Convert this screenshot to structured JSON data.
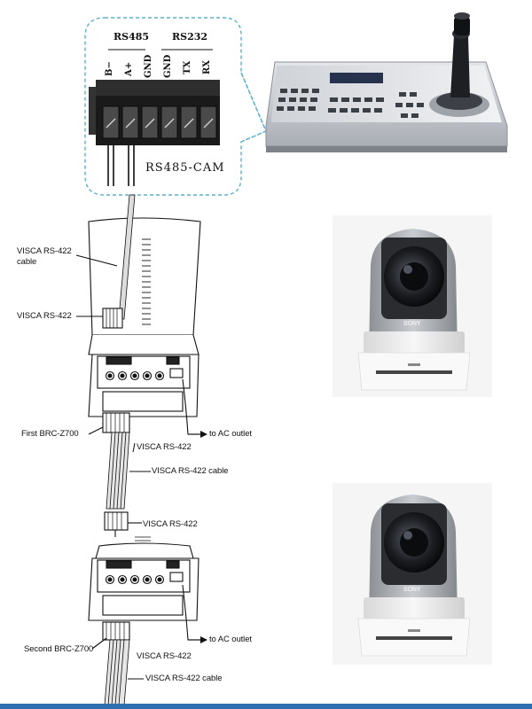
{
  "connector": {
    "group_rs485": "RS485",
    "group_rs232": "RS232",
    "pins": [
      "B−",
      "A+",
      "GND",
      "GND",
      "TX",
      "RX"
    ],
    "caption": "RS485-CAM"
  },
  "labels": {
    "cable_top": "VISCA RS-422\ncable",
    "rs422_top": "VISCA RS-422",
    "first_camera": "First BRC-Z700",
    "ac_outlet_1": "to AC outlet",
    "rs422_out_1": "VISCA RS-422",
    "cable_mid": "VISCA RS-422 cable",
    "rs422_mid": "VISCA RS-422",
    "ac_outlet_2": "to AC outlet",
    "second_camera": "Second BRC-Z700",
    "rs422_out_2": "VISCA RS-422",
    "cable_bottom": "VISCA RS-422 cable"
  },
  "camera_brand": "SONY",
  "colors": {
    "callout_border": "#5bb1c9",
    "bottom_bar": "#2f6fae"
  }
}
